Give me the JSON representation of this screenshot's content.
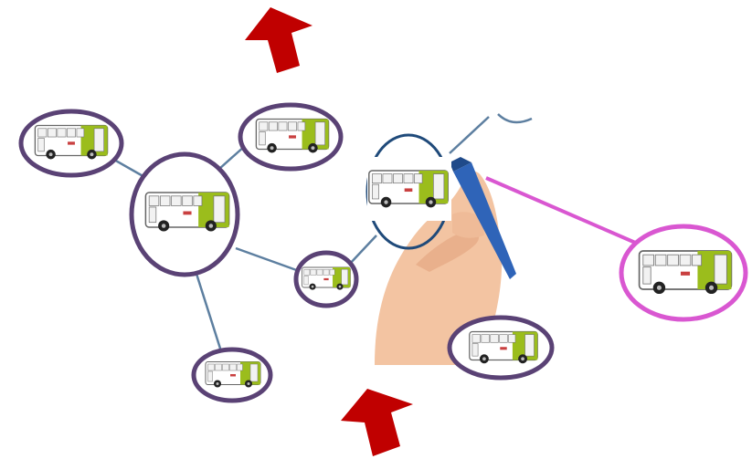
{
  "scene": {
    "colors": {
      "background": "#ffffff",
      "node_ring": "#5a4275",
      "highlight_ring": "#d957d1",
      "connector": "#5d7fa0",
      "highlight_connector": "#d957d1",
      "arrow": "#c00000",
      "bus_body": "#ffffff",
      "bus_accent": "#9bbd1c",
      "bus_window": "#f2f2f2",
      "bus_outline": "#666666",
      "bus_wheel": "#222222",
      "skin": "#f3c4a2",
      "marker": "#2f64b8"
    },
    "icons": {
      "vehicle": "bus-icon",
      "direction": "arrow-up-icon",
      "hand": "hand-icon",
      "marker": "marker-icon"
    },
    "bus_count": 8,
    "highlighted_bus_count": 1,
    "arrow_count": 2
  }
}
